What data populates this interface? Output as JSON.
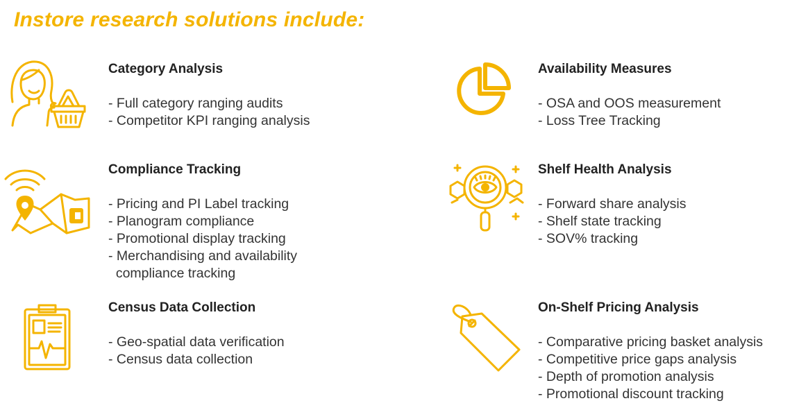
{
  "page": {
    "title": "Instore research solutions include:",
    "accent_color": "#F4B400"
  },
  "sections": [
    {
      "heading": "Category Analysis",
      "icon": "shopper-with-basket-icon",
      "items": [
        "- Full category ranging audits",
        "- Competitor KPI ranging analysis"
      ]
    },
    {
      "heading": "Compliance Tracking",
      "icon": "map-location-pin-icon",
      "items": [
        "- Pricing and PI Label tracking",
        "- Planogram compliance",
        "- Promotional display tracking",
        "- Merchandising and availability",
        "  compliance tracking"
      ]
    },
    {
      "heading": "Census Data Collection",
      "icon": "clipboard-report-icon",
      "items": [
        "- Geo-spatial data verification",
        "- Census data collection"
      ]
    },
    {
      "heading": "Availability Measures",
      "icon": "pie-chart-icon",
      "items": [
        "- OSA and OOS measurement",
        "- Loss Tree Tracking"
      ]
    },
    {
      "heading": "Shelf Health Analysis",
      "icon": "magnifier-eye-icon",
      "items": [
        "- Forward share analysis",
        "- Shelf state tracking",
        "- SOV% tracking"
      ]
    },
    {
      "heading": "On-Shelf Pricing Analysis",
      "icon": "price-tag-icon",
      "items": [
        "- Comparative pricing basket analysis",
        "- Competitive price gaps analysis",
        "- Depth of promotion analysis",
        "- Promotional discount tracking"
      ]
    }
  ]
}
